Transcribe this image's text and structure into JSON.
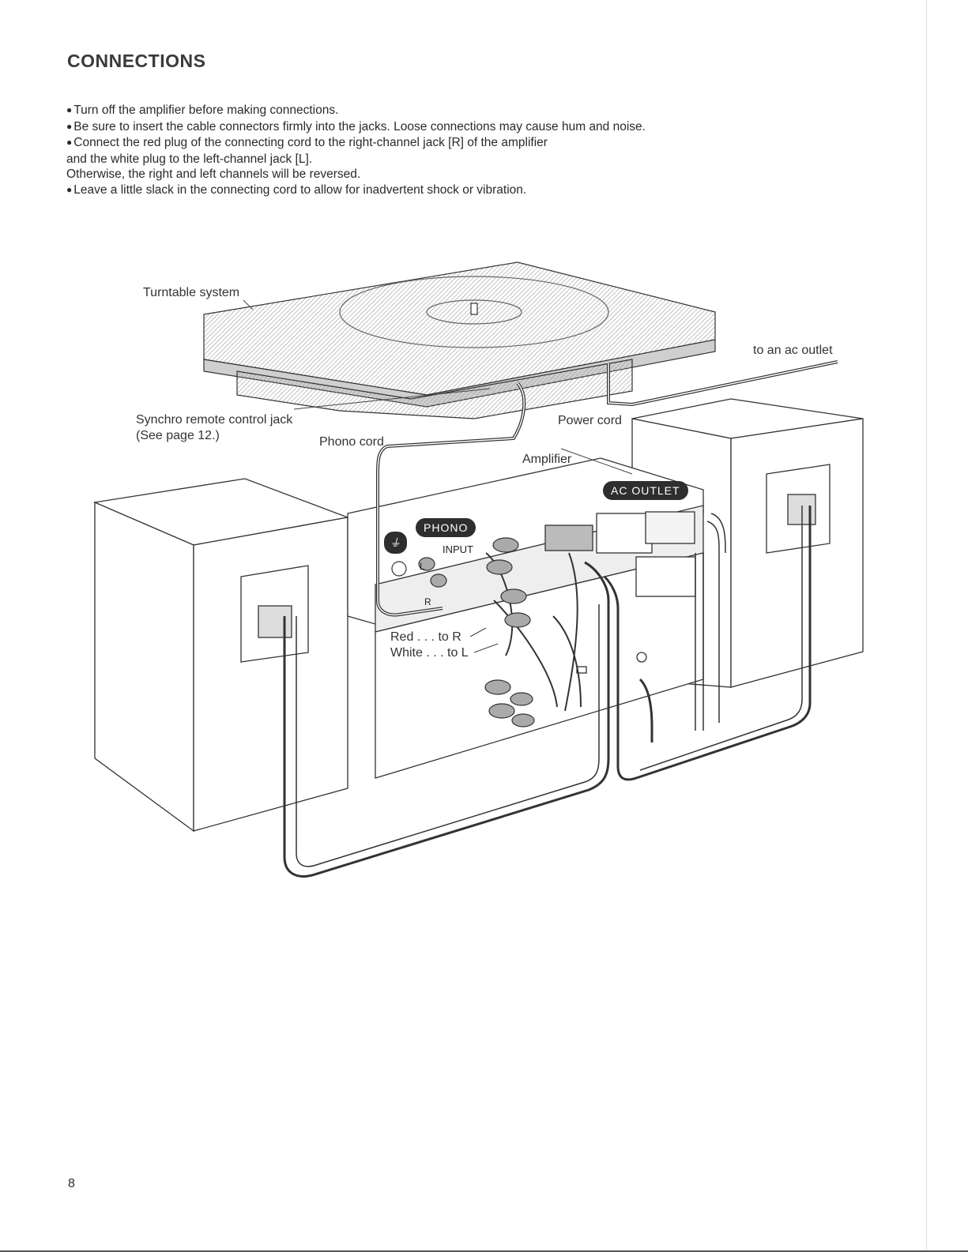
{
  "title": "CONNECTIONS",
  "instructions": [
    "Turn off the amplifier before making connections.",
    "Be sure to insert the cable connectors firmly into the jacks. Loose connections may cause hum and noise.",
    "Connect the red plug of the connecting cord to the right-channel jack [R] of the amplifier",
    "and the white plug to the left-channel jack [L].",
    "Otherwise, the right and left channels will be reversed.",
    "Leave a little slack in the connecting cord to allow for inadvertent shock or vibration."
  ],
  "diagram": {
    "turntable_label": "Turntable system",
    "ac_outlet_label": "to an ac outlet",
    "synchro_label": "Synchro remote control jack",
    "synchro_note": "(See page 12.)",
    "phono_cord_label": "Phono cord",
    "power_cord_label": "Power cord",
    "amplifier_label": "Amplifier",
    "ac_outlet_badge": "AC OUTLET",
    "phono_badge": "PHONO",
    "input_label": "INPUT",
    "l_label": "L",
    "r_label": "R",
    "red_label": "Red . . . to R",
    "white_label": "White . . . to L",
    "ground_icon": "ground-symbol"
  },
  "page_number": "8"
}
